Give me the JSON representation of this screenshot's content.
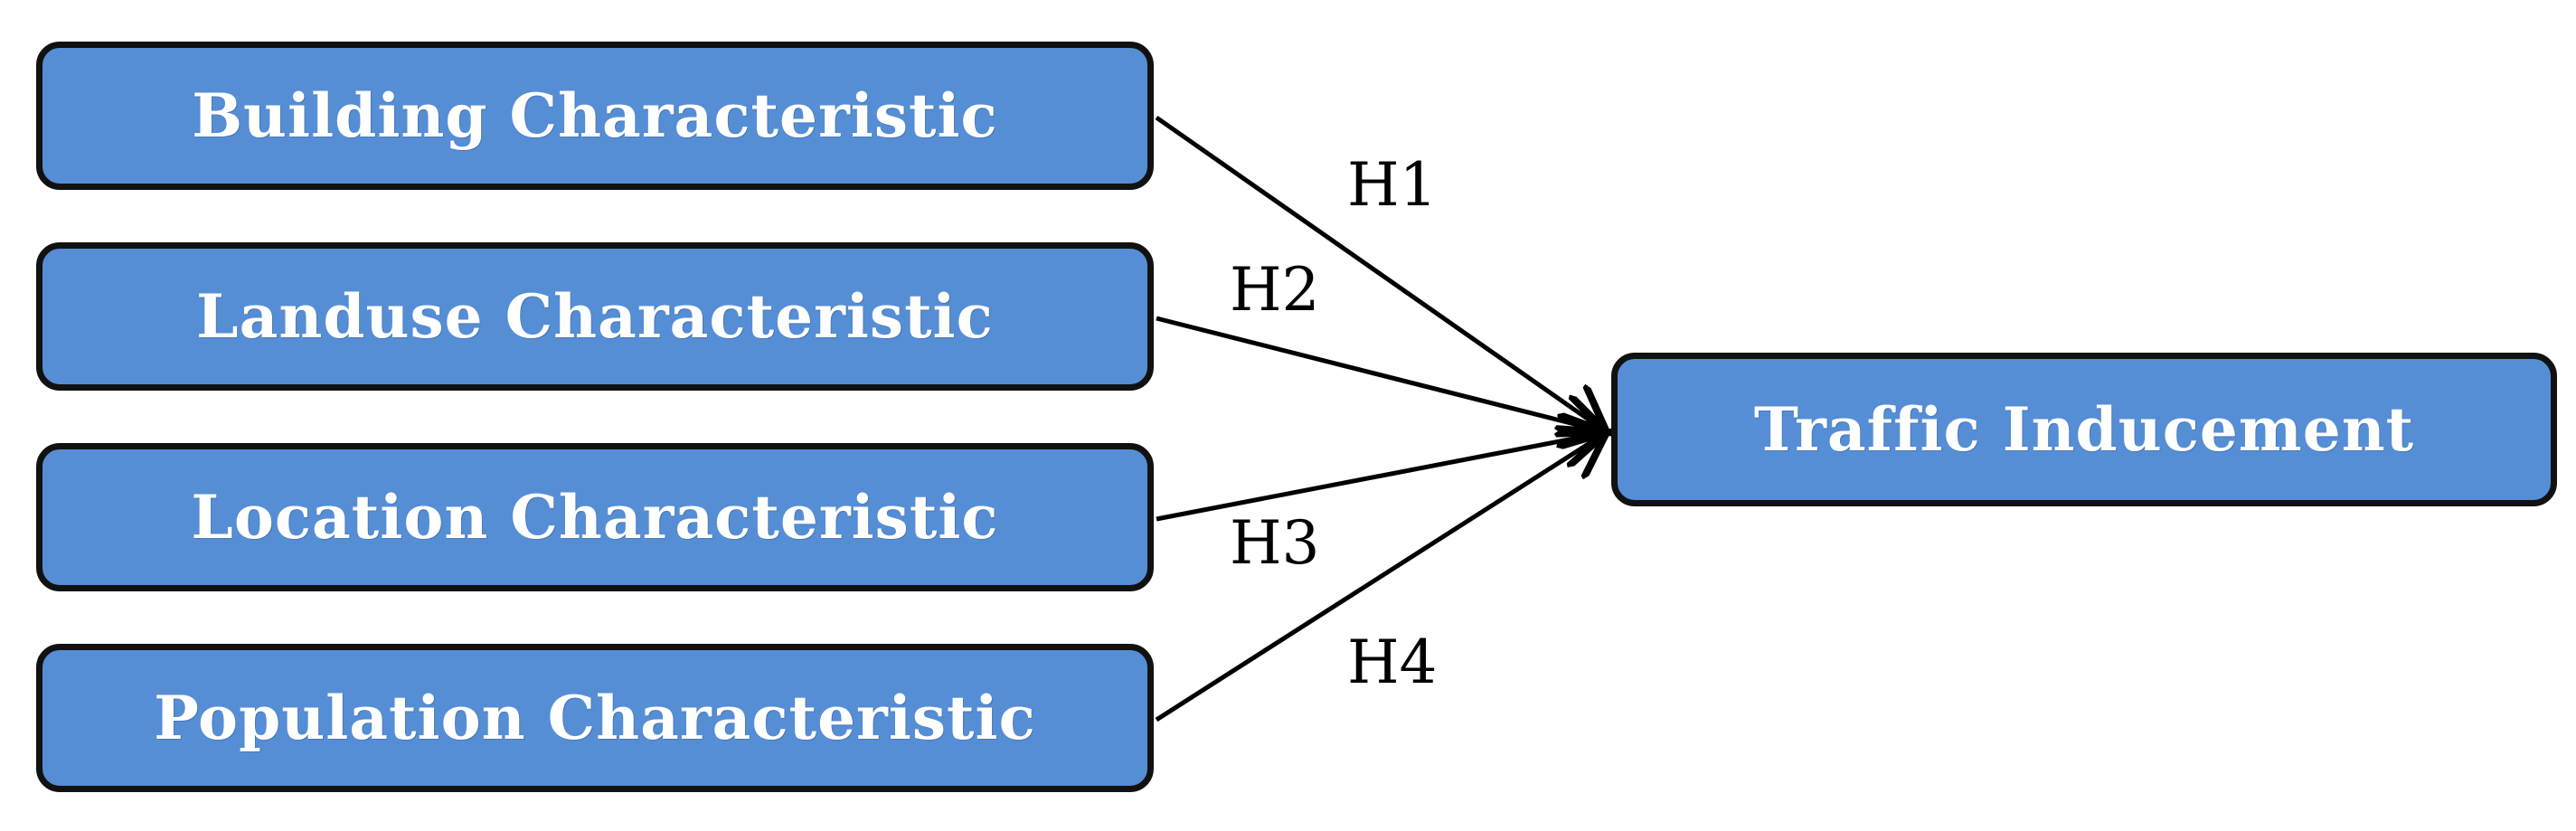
{
  "colors": {
    "box_fill": "#558ED5",
    "box_border": "#111111",
    "box_text": "#FFFFFF",
    "arrow": "#000000",
    "label": "#000000"
  },
  "diagram": {
    "sources": [
      {
        "label": "Building Characteristic"
      },
      {
        "label": "Landuse Characteristic"
      },
      {
        "label": "Location Characteristic"
      },
      {
        "label": "Population Characteristic"
      }
    ],
    "target": {
      "label": "Traffic Inducement"
    },
    "hypotheses": [
      {
        "label": "H1",
        "from": "Building Characteristic",
        "to": "Traffic Inducement"
      },
      {
        "label": "H2",
        "from": "Landuse Characteristic",
        "to": "Traffic Inducement"
      },
      {
        "label": "H3",
        "from": "Location Characteristic",
        "to": "Traffic Inducement"
      },
      {
        "label": "H4",
        "from": "Population Characteristic",
        "to": "Traffic Inducement"
      }
    ]
  }
}
